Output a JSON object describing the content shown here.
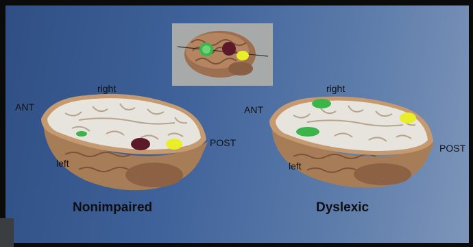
{
  "colors": {
    "background_blue": "#3f629a",
    "cortex_tan": "#b48a63",
    "white_matter": "#e4e2da",
    "green_spot": "#3bb54a",
    "yellow_spot": "#e8ef2a",
    "maroon_spot": "#5a1a2a"
  },
  "left_brain": {
    "label_right": "right",
    "label_ant": "ANT",
    "label_left": "left",
    "label_post": "POST",
    "caption": "Nonimpaired"
  },
  "right_brain": {
    "label_right": "right",
    "label_ant": "ANT",
    "label_left": "left",
    "label_post": "POST",
    "caption": "Dyslexic"
  },
  "inset": {
    "icon": "brain-side-view-icon"
  }
}
